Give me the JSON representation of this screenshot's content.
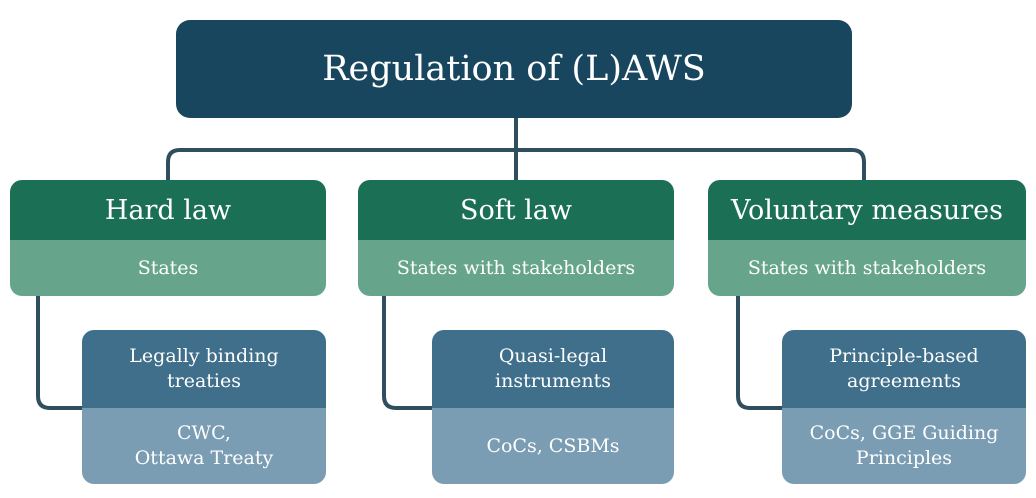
{
  "title": "Regulation of (L)AWS",
  "categories": [
    {
      "name": "Hard law",
      "actors": "States",
      "instrument": "Legally binding\ntreaties",
      "examples": "CWC,\nOttawa Treaty"
    },
    {
      "name": "Soft law",
      "actors": "States with stakeholders",
      "instrument": "Quasi-legal\ninstruments",
      "examples": "CoCs, CSBMs"
    },
    {
      "name": "Voluntary measures",
      "actors": "States with stakeholders",
      "instrument": "Principle-based\nagreements",
      "examples": "CoCs, GGE Guiding\nPrinciples"
    }
  ],
  "colors": {
    "title_bg": "#18465e",
    "category_header": "#1a6f55",
    "category_sub": "#66a58c",
    "item_top": "#3f6f8b",
    "item_bottom": "#7b9db3",
    "connector": "#2f4f5f"
  }
}
